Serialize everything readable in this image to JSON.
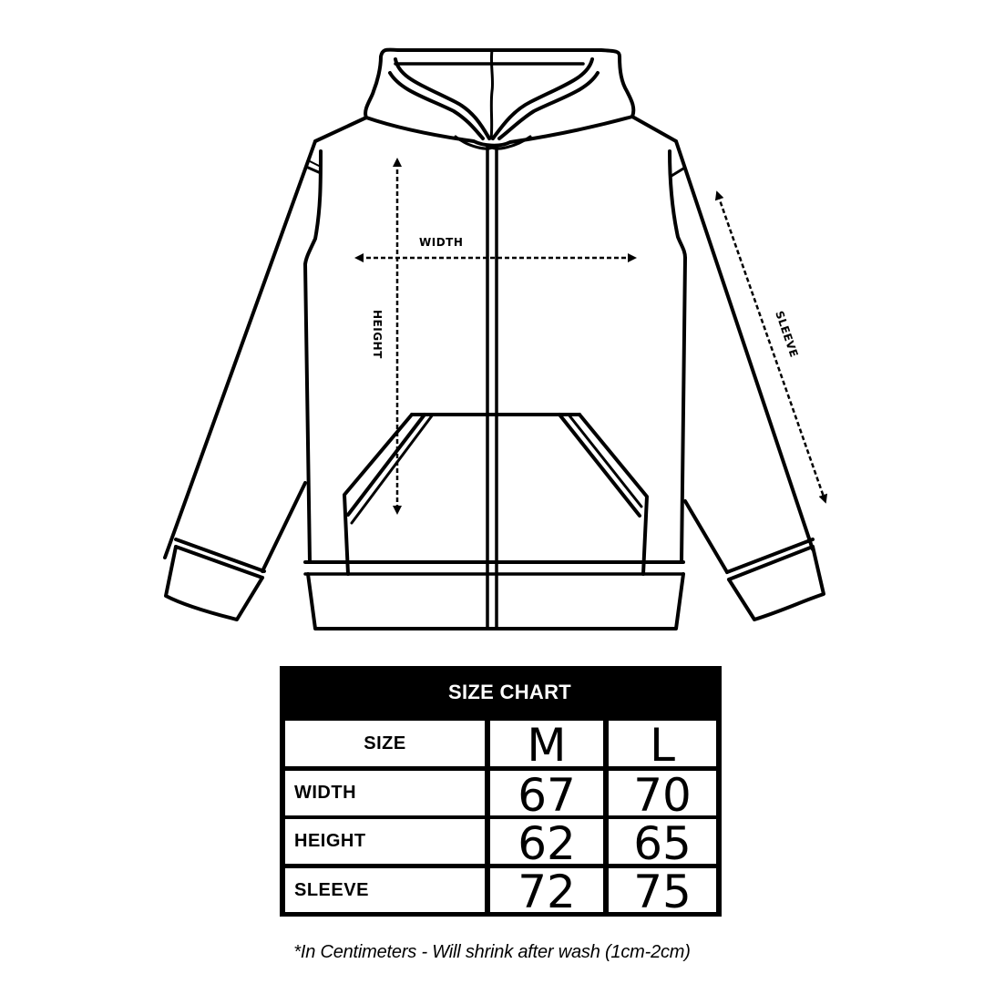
{
  "diagram": {
    "labels": {
      "width": "WIDTH",
      "height": "HEIGHT",
      "sleeve": "SLEEVE"
    }
  },
  "size_chart": {
    "title": "SIZE CHART",
    "header_label": "SIZE",
    "sizes": [
      "M",
      "L"
    ],
    "rows": [
      {
        "label": "WIDTH",
        "values": [
          "67",
          "70"
        ]
      },
      {
        "label": "HEIGHT",
        "values": [
          "62",
          "65"
        ]
      },
      {
        "label": "SLEEVE",
        "values": [
          "72",
          "75"
        ]
      }
    ]
  },
  "footnote": "*In Centimeters - Will shrink after wash (1cm-2cm)",
  "colors": {
    "ink": "#000000",
    "background": "#ffffff"
  }
}
